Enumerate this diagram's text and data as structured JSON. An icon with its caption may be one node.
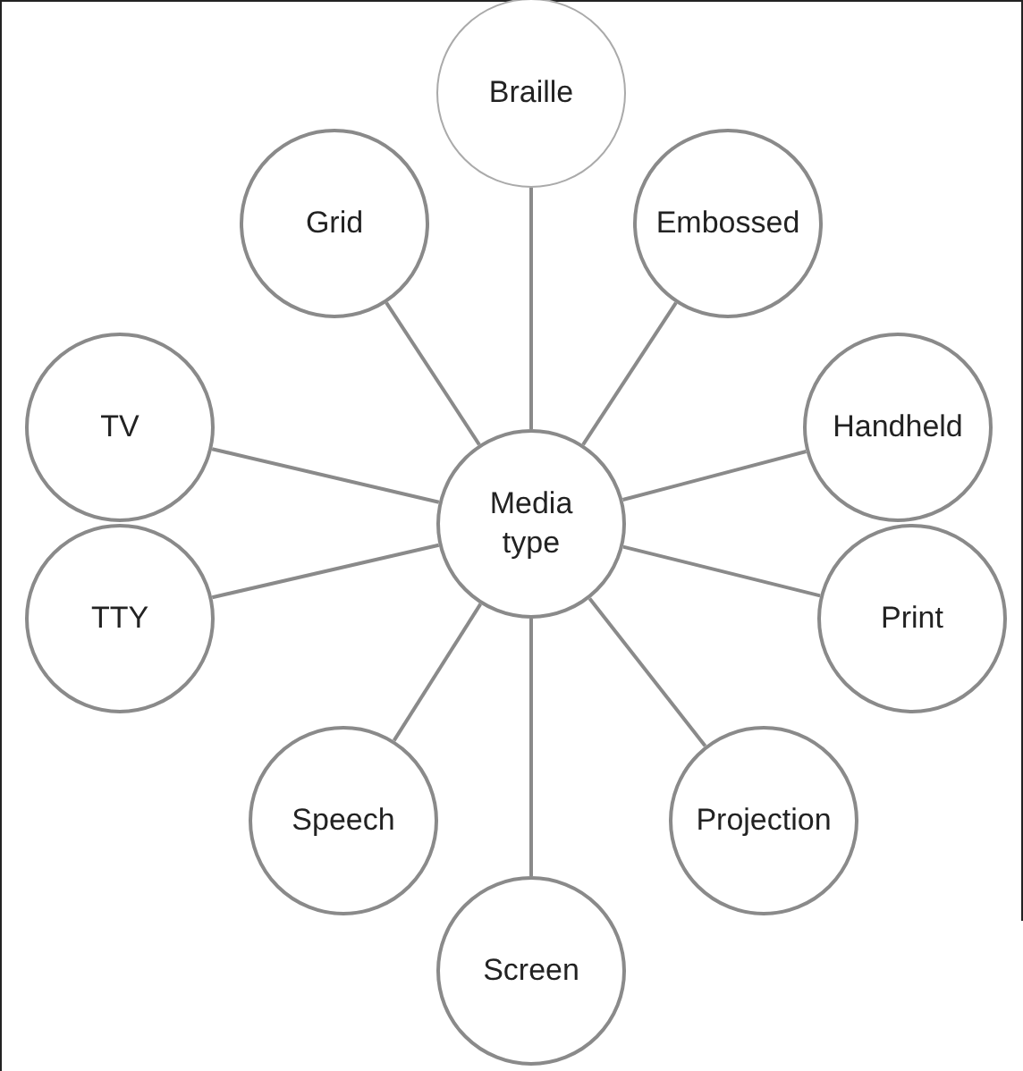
{
  "diagram": {
    "nodes": [
      {
        "text": [
          "Braille"
        ]
      },
      {
        "text": [
          "Grid"
        ]
      },
      {
        "text": [
          "Embossed"
        ]
      },
      {
        "text": [
          "TV"
        ]
      },
      {
        "text": [
          "Media type"
        ]
      },
      {
        "text": [
          "Handheld"
        ]
      },
      {
        "text": [
          "TTY"
        ]
      },
      {
        "text": [
          "Print"
        ]
      },
      {
        "text": [
          "Speech"
        ]
      },
      {
        "text": [
          "Projection"
        ]
      },
      {
        "text": [
          "Screen"
        ]
      }
    ],
    "edges": [
      {
        "from": 4,
        "to": 0,
        "arrow": "none"
      },
      {
        "from": 4,
        "to": 1,
        "arrow": "none"
      },
      {
        "from": 4,
        "to": 2,
        "arrow": "none"
      },
      {
        "from": 4,
        "to": 3,
        "arrow": "none"
      },
      {
        "from": 4,
        "to": 5,
        "arrow": "none"
      },
      {
        "from": 4,
        "to": 6,
        "arrow": "none"
      },
      {
        "from": 4,
        "to": 7,
        "arrow": "none"
      },
      {
        "from": 4,
        "to": 8,
        "arrow": "none"
      },
      {
        "from": 4,
        "to": 9,
        "arrow": "none"
      },
      {
        "from": 4,
        "to": 10,
        "arrow": "none"
      }
    ]
  }
}
